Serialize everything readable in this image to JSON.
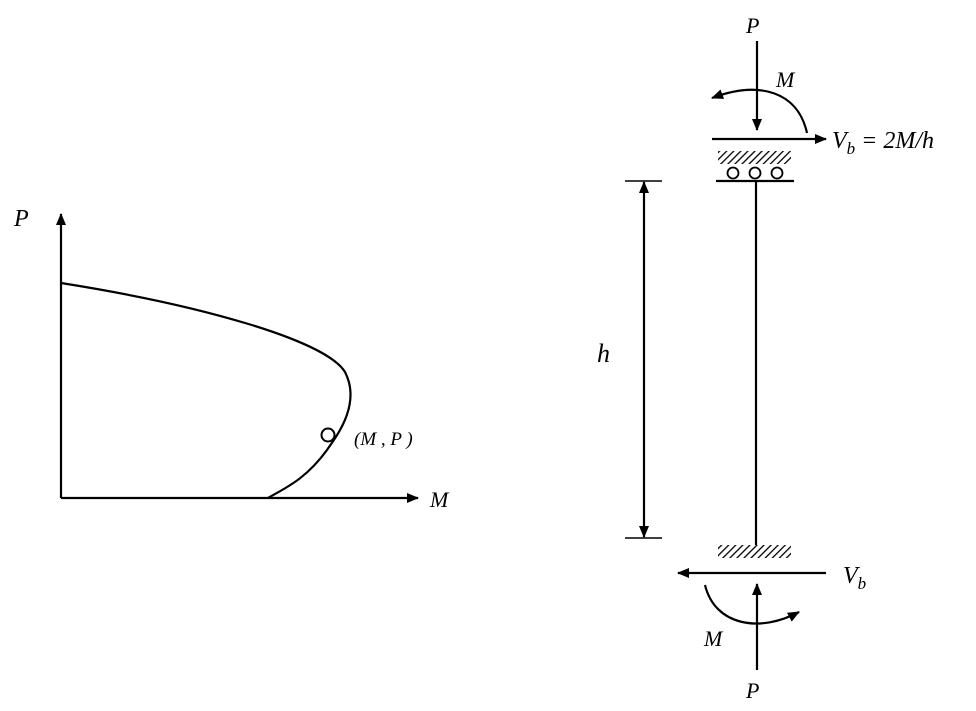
{
  "interaction_diagram": {
    "vertical_axis_label": "P",
    "horizontal_axis_label": "M",
    "point_label": "(M , P )"
  },
  "column_diagram": {
    "top_axial_load": "P",
    "top_moment": "M",
    "top_shear_main": "V",
    "top_shear_sub": "b",
    "top_shear_value": " = 2M/h",
    "height_label": "h",
    "bottom_shear_main": "V",
    "bottom_shear_sub": "b",
    "bottom_moment": "M",
    "bottom_axial_load": "P"
  }
}
